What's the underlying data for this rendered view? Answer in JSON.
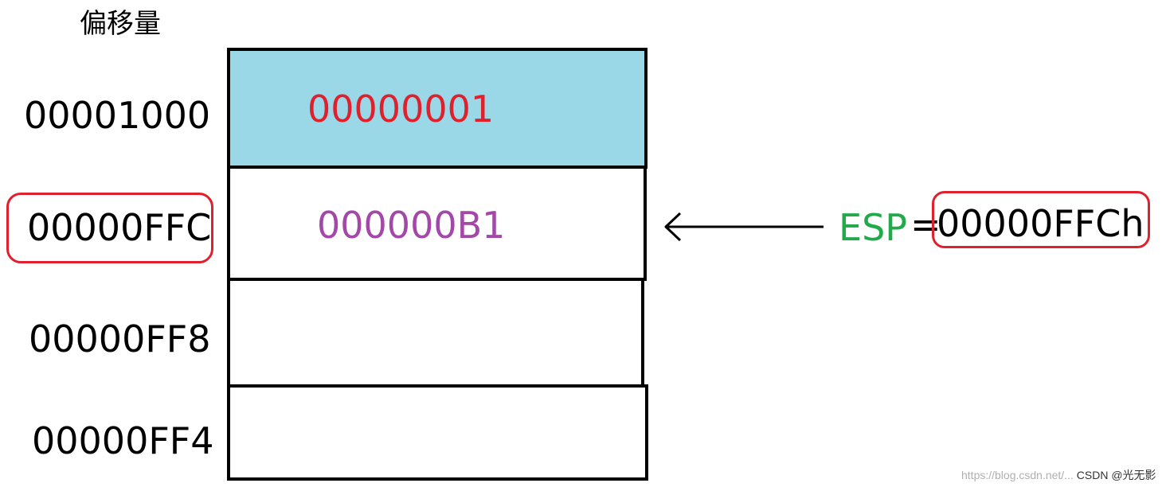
{
  "header": {
    "label": "偏移量"
  },
  "stack": {
    "rows": [
      {
        "offset": "00001000",
        "value": "00000001",
        "highlighted": true
      },
      {
        "offset": "00000FFC",
        "value": "000000B1",
        "highlighted": false
      },
      {
        "offset": "00000FF8",
        "value": "",
        "highlighted": false
      },
      {
        "offset": "00000FF4",
        "value": "",
        "highlighted": false
      }
    ],
    "top_cell_color": "#9ad8e8",
    "value_colors": [
      "#e0202c",
      "#a347a8"
    ]
  },
  "pointer": {
    "register": "ESP",
    "equals": "=",
    "value": "00000FFCh",
    "register_color": "#22aa4a",
    "ring_color": "#e0202c"
  },
  "watermark": {
    "url": "https://blog.csdn.net/...",
    "brand": "CSDN @光无影"
  }
}
